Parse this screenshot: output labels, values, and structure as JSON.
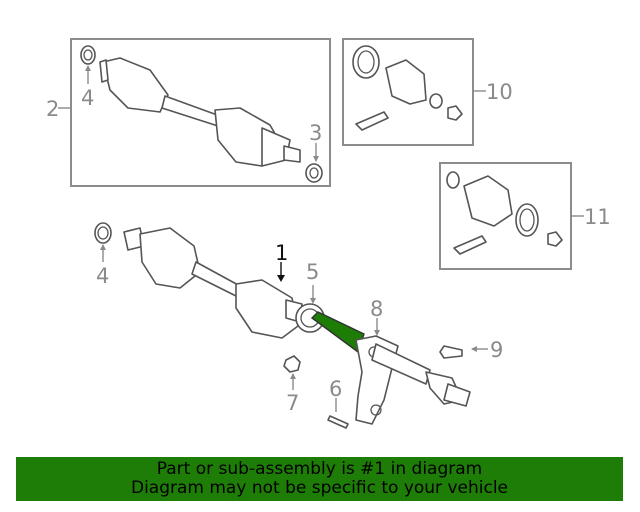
{
  "callouts": {
    "c1": "1",
    "c2": "2",
    "c3": "3",
    "c4a": "4",
    "c4b": "4",
    "c5": "5",
    "c6": "6",
    "c7": "7",
    "c8": "8",
    "c9": "9",
    "c10": "10",
    "c11": "11"
  },
  "highlight": {
    "part": "1",
    "color": "#1e7d06"
  },
  "banner": {
    "line1": "Part or sub-assembly is #1 in diagram",
    "line2": "Diagram may not be specific to your vehicle",
    "color": "#1e7d06"
  }
}
